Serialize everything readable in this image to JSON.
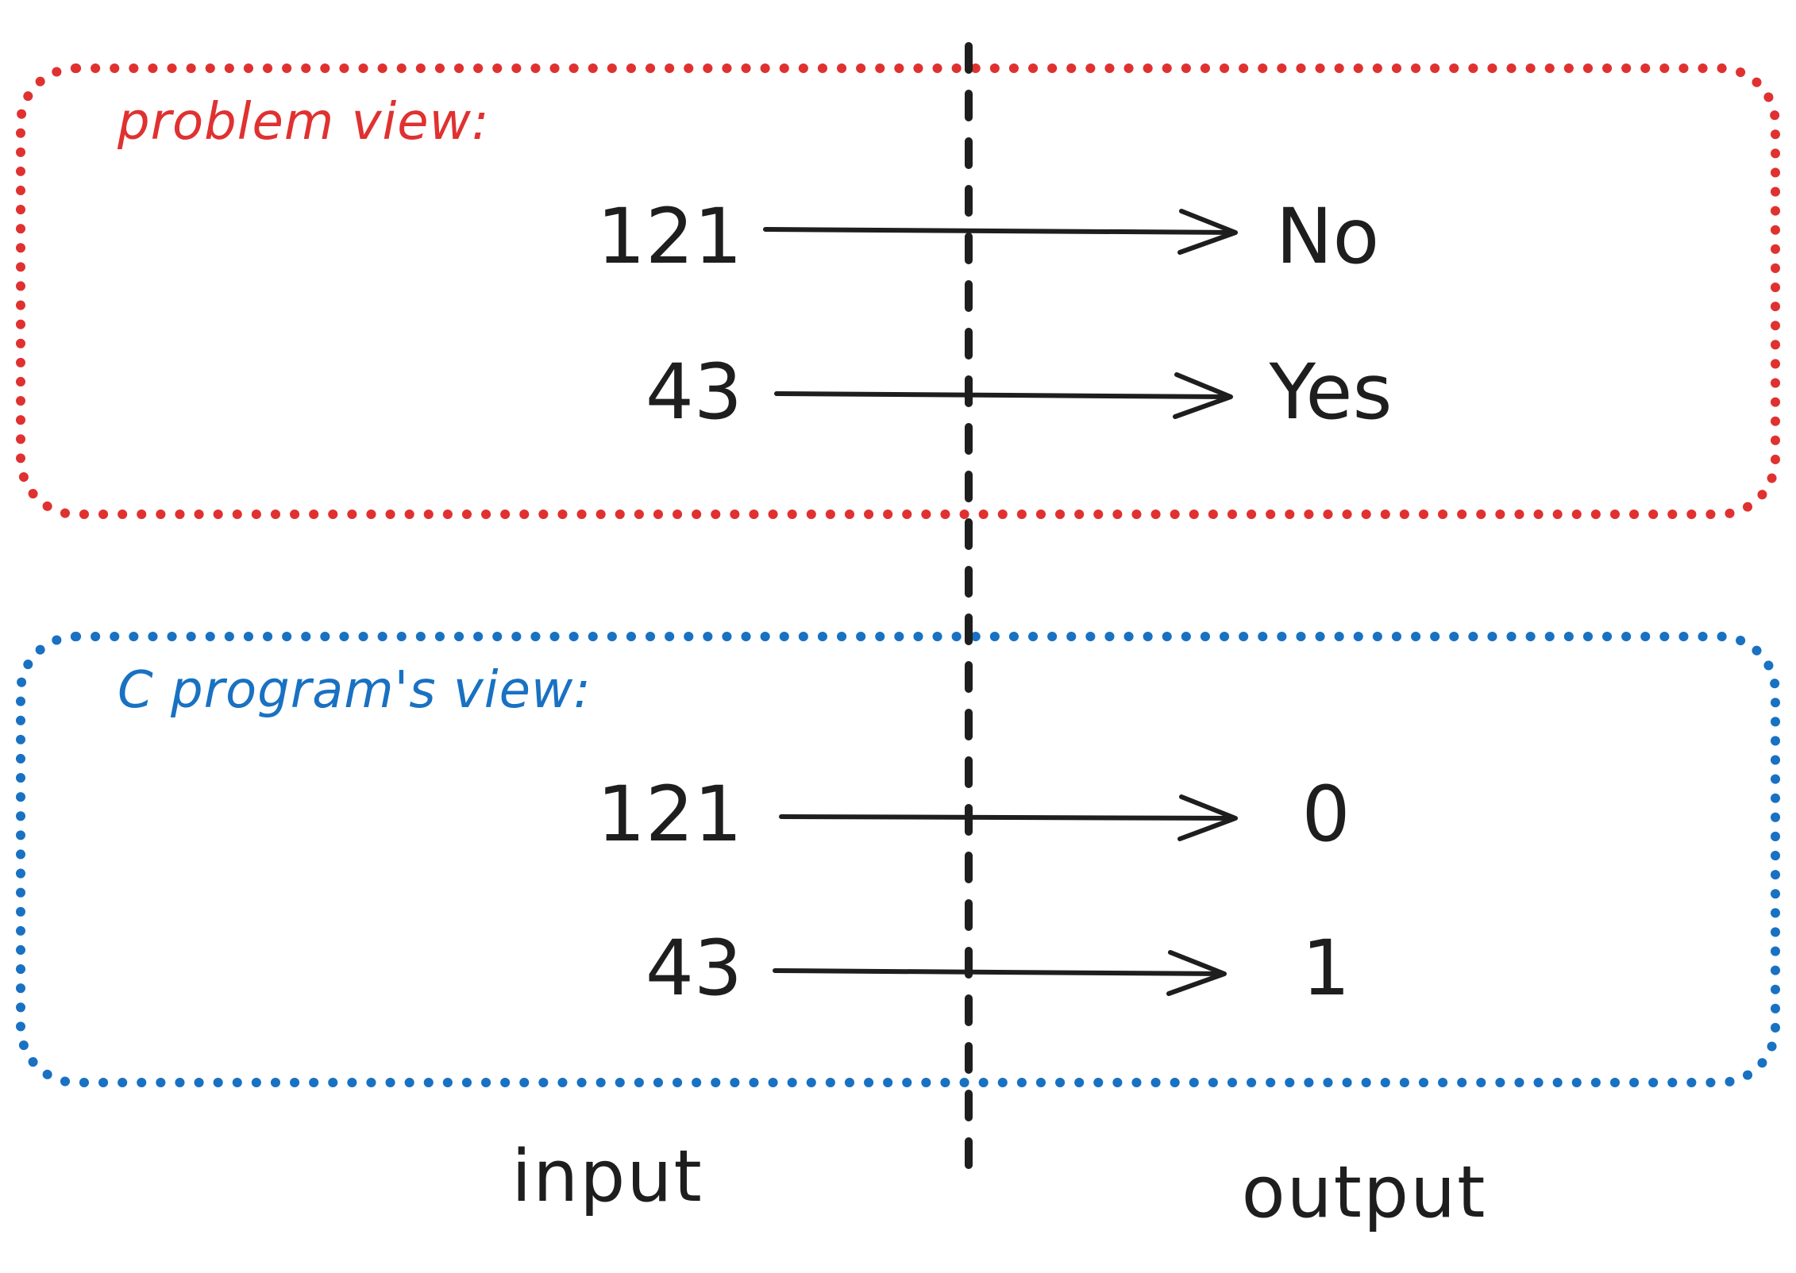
{
  "colors": {
    "problem": "#e03131",
    "program": "#1971c2",
    "ink": "#1e1e1e"
  },
  "problem_view": {
    "title": "problem view:",
    "rows": [
      {
        "input": "121",
        "output": "No"
      },
      {
        "input": "43",
        "output": "Yes"
      }
    ]
  },
  "program_view": {
    "title": "C program's view:",
    "rows": [
      {
        "input": "121",
        "output": "0"
      },
      {
        "input": "43",
        "output": "1"
      }
    ]
  },
  "axis": {
    "input_label": "input",
    "output_label": "output"
  }
}
